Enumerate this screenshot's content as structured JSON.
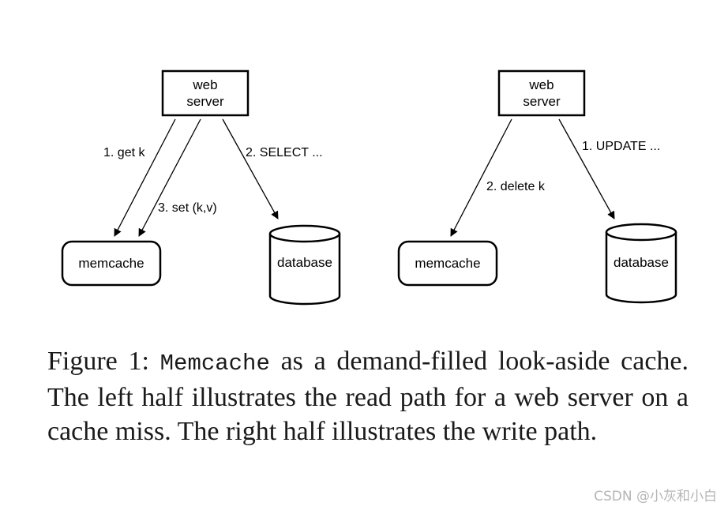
{
  "left": {
    "web_server": [
      "web",
      "server"
    ],
    "memcache": "memcache",
    "database": "database",
    "edges": {
      "get": "1. get k",
      "set": "3. set (k,v)",
      "select": "2. SELECT ..."
    }
  },
  "right": {
    "web_server": [
      "web",
      "server"
    ],
    "memcache": "memcache",
    "database": "database",
    "edges": {
      "delete": "2. delete k",
      "update": "1. UPDATE ..."
    }
  },
  "caption": {
    "label": "Figure 1:",
    "mono": "Memcache",
    "text": "as a demand-filled look-aside cache. The left half illustrates the read path for a web server on a cache miss. The right half illustrates the write path."
  },
  "watermark": "CSDN @小灰和小白"
}
